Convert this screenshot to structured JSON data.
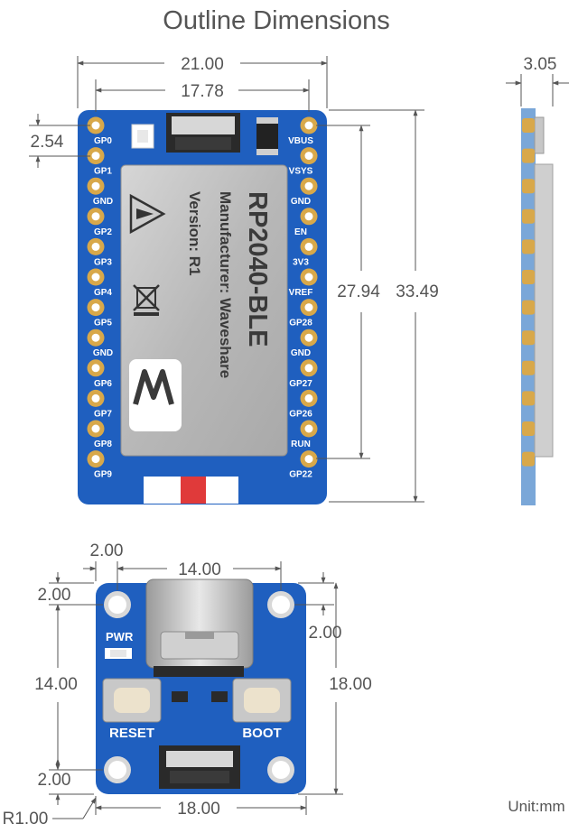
{
  "title": "Outline Dimensions",
  "unit_label": "Unit:mm",
  "main_board": {
    "module_name": "RP2040-BLE",
    "manufacturer": "Manufacturer: Waveshare",
    "version": "Version: R1",
    "left_pins": [
      "GP0",
      "GP1",
      "GND",
      "GP2",
      "GP3",
      "GP4",
      "GP5",
      "GND",
      "GP6",
      "GP7",
      "GP8",
      "GP9"
    ],
    "right_pins": [
      "VBUS",
      "VSYS",
      "GND",
      "EN",
      "3V3",
      "VREF",
      "GP28",
      "GND",
      "GP27",
      "GP26",
      "RUN",
      "GP22"
    ],
    "dims": {
      "width": "21.00",
      "pin_row_span": "17.78",
      "pin_pitch": "2.54",
      "pin_column_length": "27.94",
      "length": "33.49"
    }
  },
  "side_view": {
    "thickness": "3.05"
  },
  "adapter_board": {
    "labels": {
      "pwr": "PWR",
      "reset": "RESET",
      "boot": "BOOT"
    },
    "dims": {
      "hole_offset_x": "2.00",
      "hole_spacing_x": "14.00",
      "hole_offset_top": "2.00",
      "hole_offset_top_right": "2.00",
      "hole_spacing_y": "14.00",
      "height": "18.00",
      "hole_offset_bottom": "2.00",
      "width": "18.00",
      "corner_radius": "R1.00"
    }
  },
  "colors": {
    "pcb": "#1f5fbf",
    "pad": "#d8a84a",
    "shield": "#bfbfbf",
    "dimension": "#555555"
  }
}
